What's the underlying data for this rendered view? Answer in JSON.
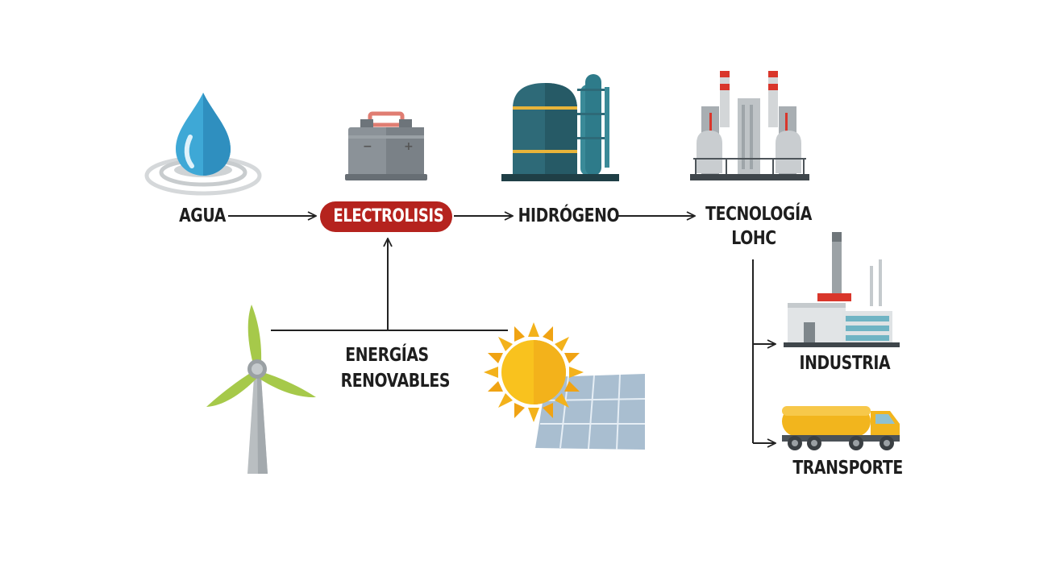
{
  "nodes": {
    "agua": "AGUA",
    "electrolisis": "ELECTROLISIS",
    "hidrogeno": "HIDRÓGENO",
    "tecnologia_line1": "TECNOLOGÍA",
    "tecnologia_line2": "LOHC",
    "energias_line1": "ENERGÍAS",
    "energias_line2": "RENOVABLES",
    "industria": "INDUSTRIA",
    "transporte": "TRANSPORTE"
  },
  "icons": {
    "water": "water-drop-icon",
    "battery": "battery-icon",
    "hydrogen_tank": "hydrogen-tank-icon",
    "refinery": "refinery-icon",
    "wind": "wind-turbine-icon",
    "sun": "sun-icon",
    "solar": "solar-panel-icon",
    "factory": "factory-icon",
    "truck": "tanker-truck-icon"
  },
  "colors": {
    "electrolisis_pill": "#b5231e",
    "label_text": "#1e1e1e",
    "arrow": "#222222",
    "water": "#3ea8d6",
    "tank": "#2e6a78",
    "refinery_stripe": "#d9362b",
    "turbine_blade": "#a6c94a",
    "sun": "#f3b21b",
    "solar_panel": "#a9bed0",
    "truck": "#f2b51d"
  }
}
